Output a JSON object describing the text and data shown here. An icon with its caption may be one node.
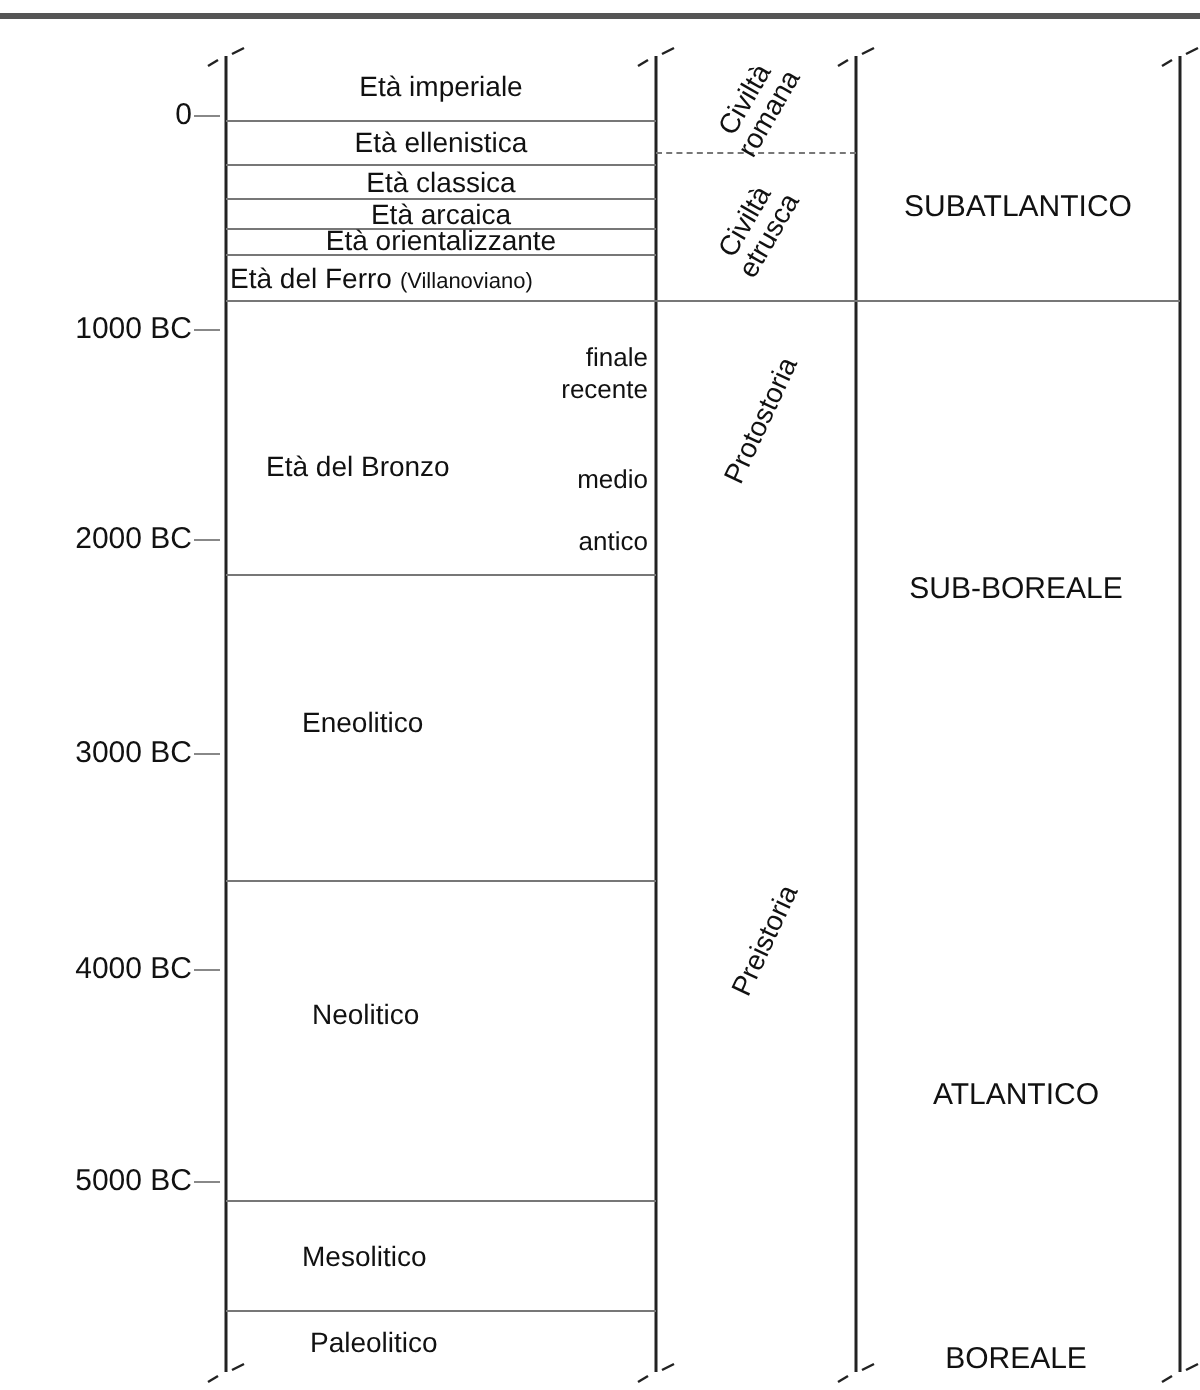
{
  "diagram": {
    "nodes": [
      {
        "text": [
          "Età imperiale"
        ]
      },
      {
        "text": [
          "Età ellenistica"
        ]
      },
      {
        "text": [
          "Età classica"
        ]
      },
      {
        "text": [
          "Età arcaica"
        ]
      },
      {
        "text": [
          "Età orientalizzante"
        ]
      },
      {
        "text": [
          "Età del Ferro",
          "(Villanoviano)"
        ]
      },
      {
        "text": [
          "Età del Bronzo",
          "finale",
          "recente",
          "medio",
          "antico"
        ]
      },
      {
        "text": [
          "Eneolitico"
        ]
      },
      {
        "text": [
          "Neolitico"
        ]
      },
      {
        "text": [
          "Mesolitico"
        ]
      },
      {
        "text": [
          "Paleolitico"
        ]
      },
      {
        "text": [
          "Civiltà romana"
        ]
      },
      {
        "text": [
          "Civiltà etrusca"
        ]
      },
      {
        "text": [
          "SUBATLANTICO"
        ]
      }
    ],
    "labels": [
      "0",
      "1000 BC",
      "Protostoria",
      "2000 BC",
      "SUB-BOREALE",
      "3000 BC",
      "Preistoria",
      "4000 BC",
      "ATLANTICO",
      "5000 BC",
      "BOREALE"
    ]
  }
}
